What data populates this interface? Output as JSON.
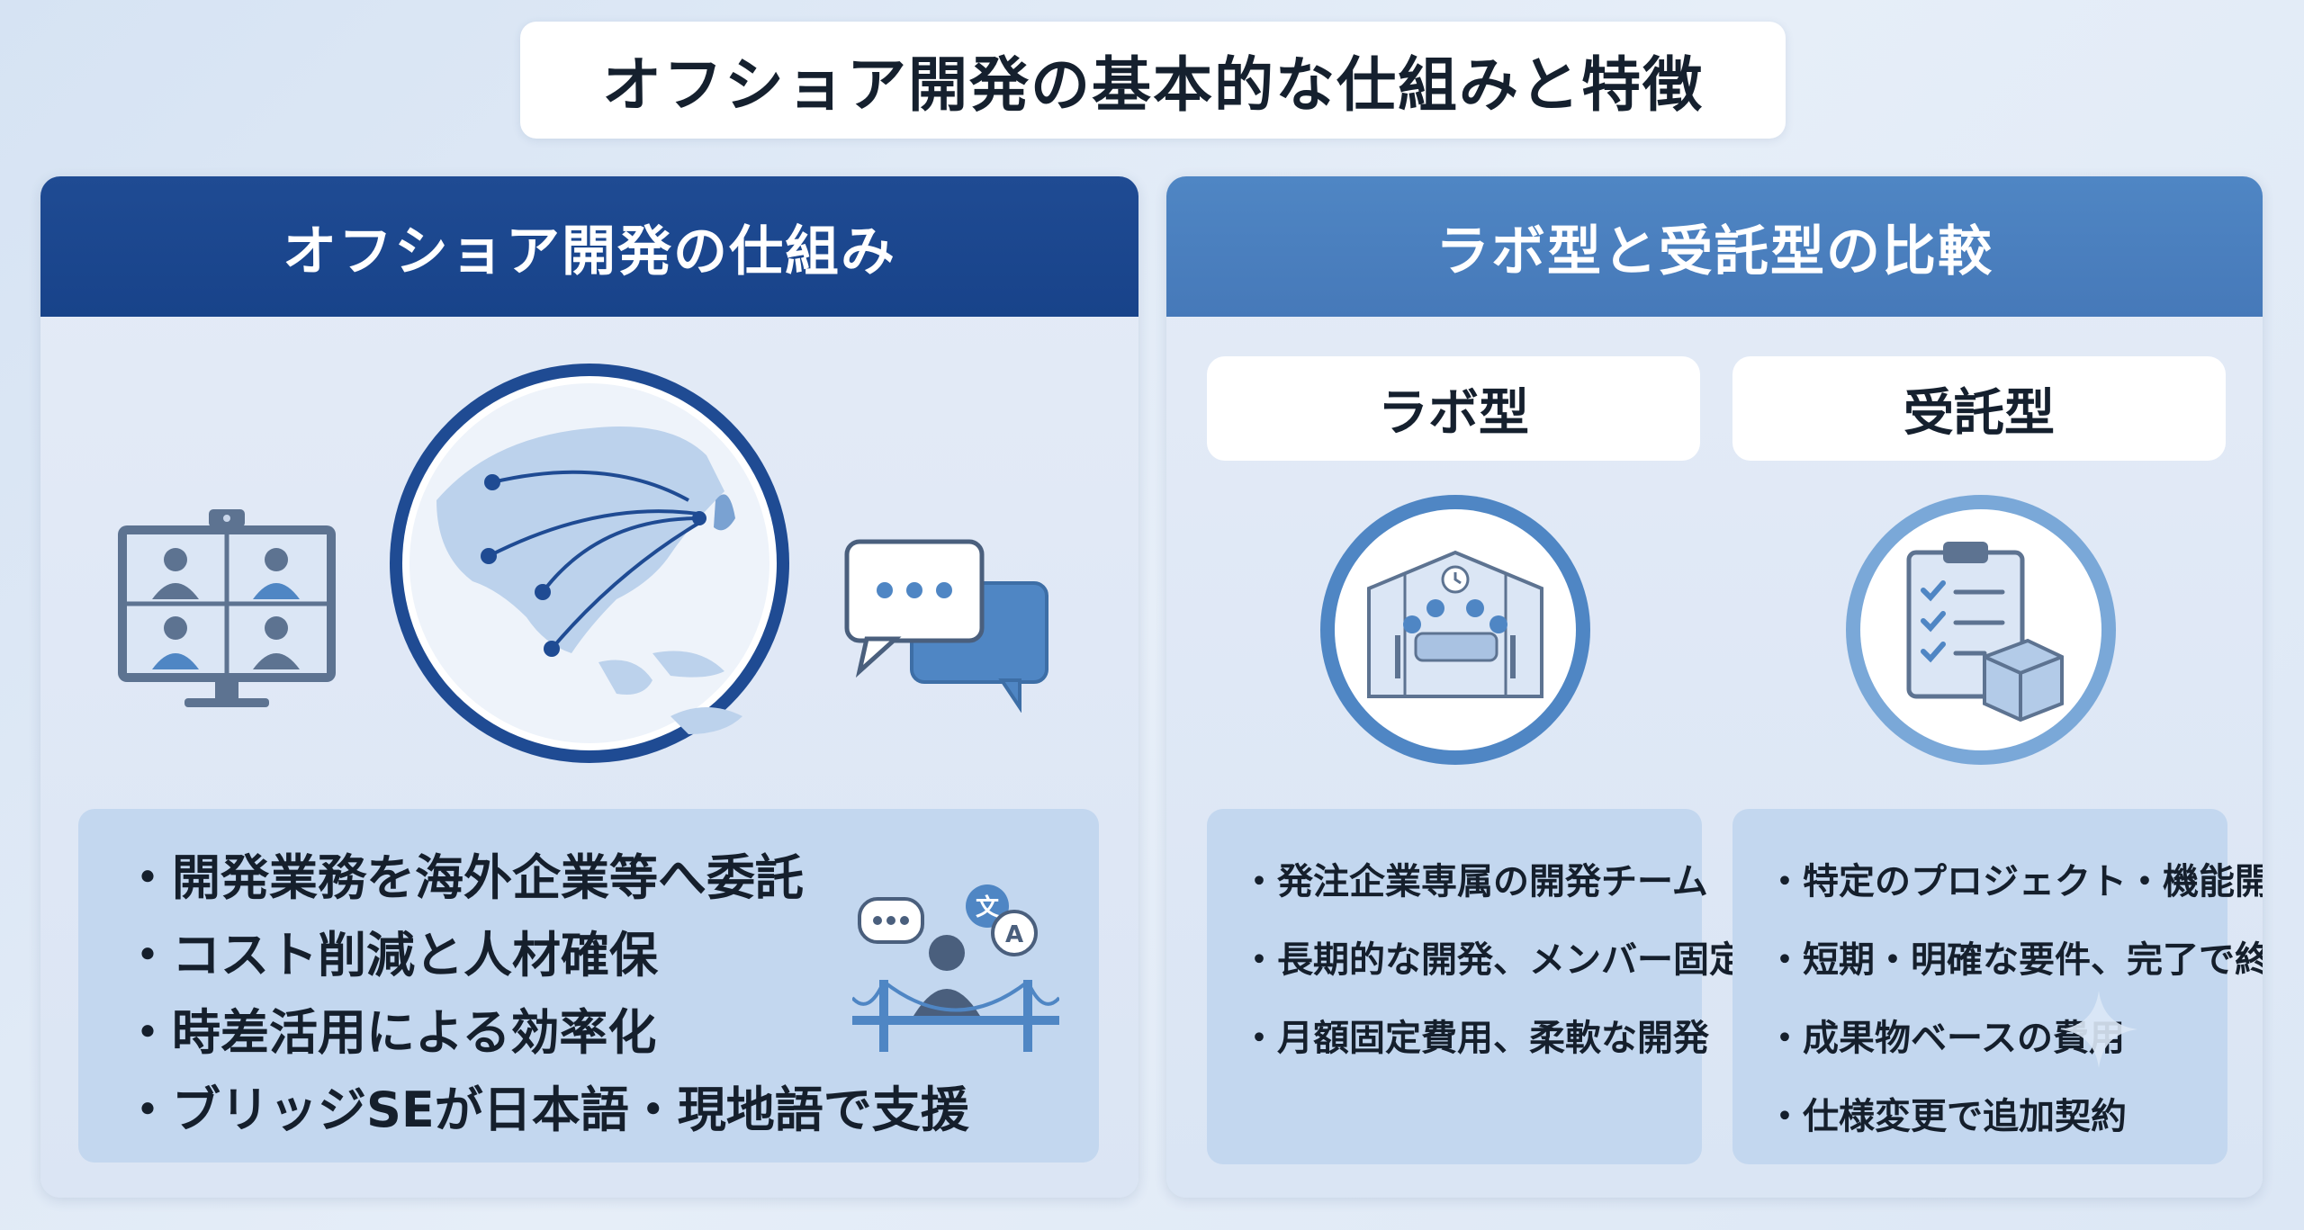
{
  "title": "オフショア開発の基本的な仕組みと特徴",
  "left_panel": {
    "header": "オフショア開発の仕組み",
    "bullets": [
      "・開発業務を海外企業等へ委託",
      "・コスト削減と人材確保",
      "・時差活用による効率化",
      "・ブリッジSEが日本語・現地語で支援"
    ]
  },
  "right_panel": {
    "header": "ラボ型と受託型の比較",
    "lab": {
      "label": "ラボ型",
      "bullets": [
        "・発注企業専属の開発チーム",
        "・長期的な開発、メンバー固定",
        "・月額固定費用、柔軟な開発"
      ]
    },
    "contract": {
      "label": "受託型",
      "bullets": [
        "・特定のプロジェクト・機能開発",
        "・短期・明確な要件、完了で終了",
        "・成果物ベースの費用",
        "・仕様変更で追加契約"
      ]
    }
  },
  "icons": {
    "video": "video-conference-icon",
    "globe": "globe-icon",
    "chat": "chat-bubbles-icon",
    "bridge": "bridge-se-icon",
    "team": "team-meeting-icon",
    "clipboard": "clipboard-package-icon"
  },
  "colors": {
    "left_header": "#1f4b93",
    "right_header": "#4f86c4",
    "list_bg": "#c3d7ef"
  }
}
